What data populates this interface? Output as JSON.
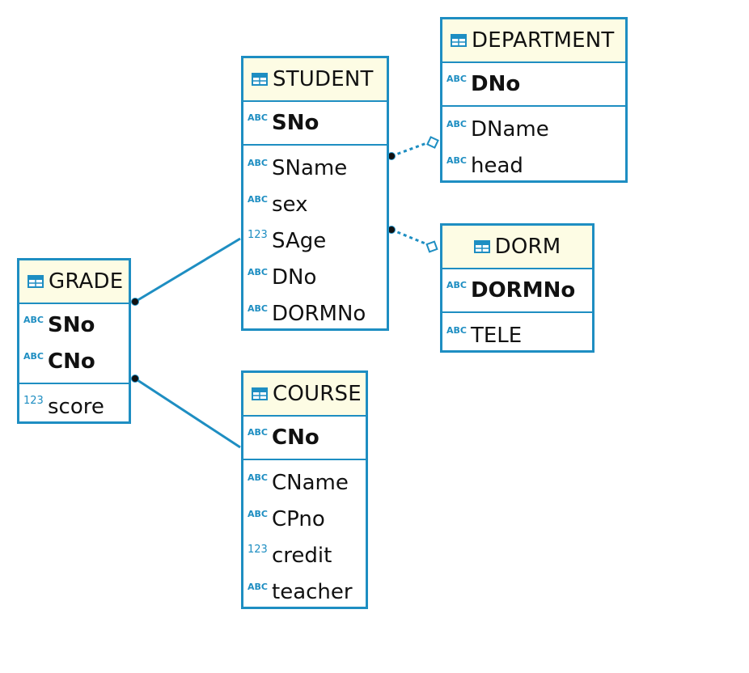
{
  "type_labels": {
    "text": "ABC",
    "number": "123"
  },
  "colors": {
    "border": "#1e8ec2",
    "header_bg": "#fdfce4"
  },
  "entities": [
    {
      "name": "STUDENT",
      "pk": [
        {
          "name": "SNo",
          "type": "text"
        }
      ],
      "attrs": [
        {
          "name": "SName",
          "type": "text"
        },
        {
          "name": "sex",
          "type": "text"
        },
        {
          "name": "SAge",
          "type": "number"
        },
        {
          "name": "DNo",
          "type": "text"
        },
        {
          "name": "DORMNo",
          "type": "text"
        }
      ]
    },
    {
      "name": "DEPARTMENT",
      "pk": [
        {
          "name": "DNo",
          "type": "text"
        }
      ],
      "attrs": [
        {
          "name": "DName",
          "type": "text"
        },
        {
          "name": "head",
          "type": "text"
        }
      ]
    },
    {
      "name": "DORM",
      "pk": [
        {
          "name": "DORMNo",
          "type": "text"
        }
      ],
      "attrs": [
        {
          "name": "TELE",
          "type": "text"
        }
      ]
    },
    {
      "name": "GRADE",
      "pk": [
        {
          "name": "SNo",
          "type": "text"
        },
        {
          "name": "CNo",
          "type": "text"
        }
      ],
      "attrs": [
        {
          "name": "score",
          "type": "number"
        }
      ]
    },
    {
      "name": "COURSE",
      "pk": [
        {
          "name": "CNo",
          "type": "text"
        }
      ],
      "attrs": [
        {
          "name": "CName",
          "type": "text"
        },
        {
          "name": "CPno",
          "type": "text"
        },
        {
          "name": "credit",
          "type": "number"
        },
        {
          "name": "teacher",
          "type": "text"
        }
      ]
    }
  ],
  "relationships": [
    {
      "from": "STUDENT",
      "to": "DEPARTMENT",
      "style": "dotted",
      "end": "diamond"
    },
    {
      "from": "STUDENT",
      "to": "DORM",
      "style": "dotted",
      "end": "diamond"
    },
    {
      "from": "GRADE",
      "to": "STUDENT",
      "style": "solid",
      "end": "none"
    },
    {
      "from": "GRADE",
      "to": "COURSE",
      "style": "solid",
      "end": "none"
    }
  ]
}
